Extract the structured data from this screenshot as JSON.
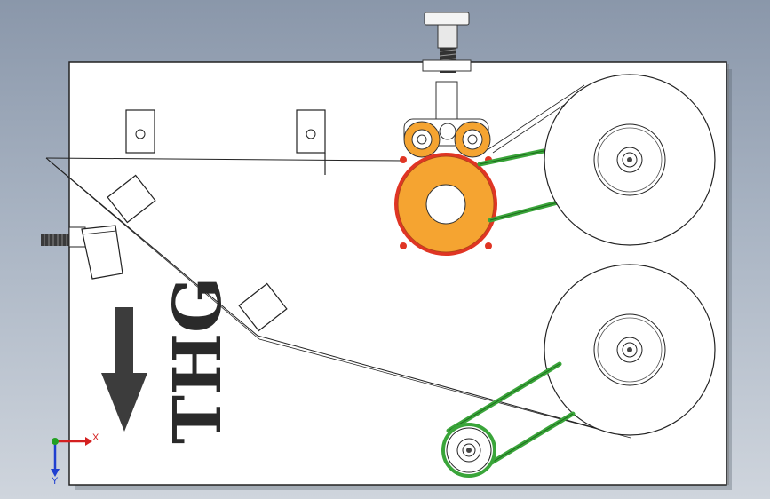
{
  "model": {
    "brand_label": "THG"
  },
  "triad": {
    "x_label": "X",
    "y_label": "Y",
    "colors": {
      "x": "#d42020",
      "y": "#1f3fd0",
      "z": "#22a022"
    }
  },
  "colors": {
    "plate": "#ffffff",
    "plate_edge": "#222222",
    "roller_orange": "#f5a431",
    "roller_red": "#e03524",
    "belt_green": "#3aa53a",
    "arrow_dark": "#3c3c3c",
    "background_top": "#8a97aa",
    "background_bottom": "#cfd5dd"
  },
  "icons": {
    "direction_arrow": "arrow-down-icon",
    "view_triad": "axis-triad-icon"
  }
}
